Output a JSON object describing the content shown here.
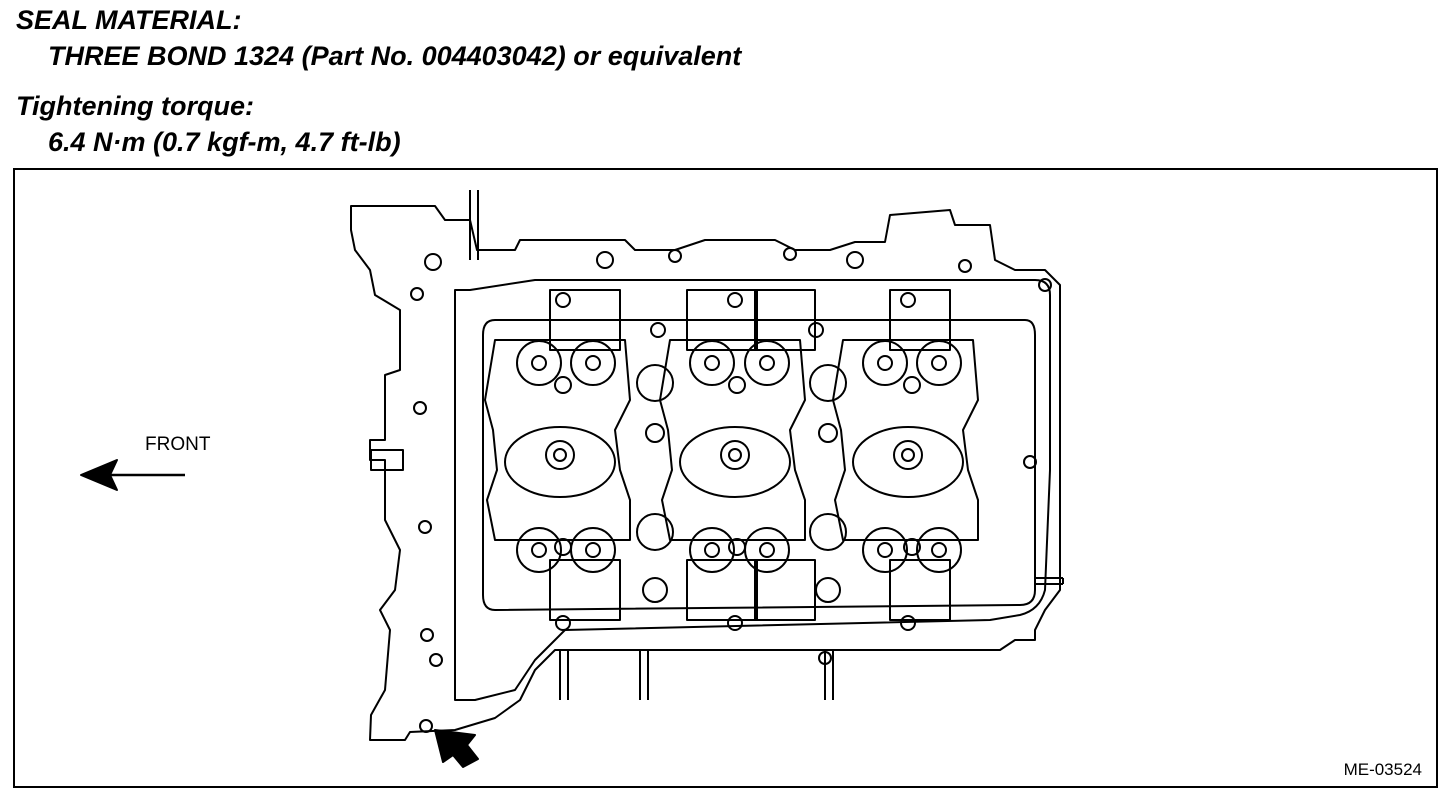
{
  "seal": {
    "heading": "SEAL MATERIAL:",
    "value": "THREE BOND 1324 (Part No. 004403042) or equivalent"
  },
  "torque": {
    "heading": "Tightening torque:",
    "value": "6.4 N·m (0.7 kgf-m, 4.7 ft-lb)"
  },
  "figure": {
    "direction_label": "FRONT",
    "figure_id": "ME-03524"
  }
}
